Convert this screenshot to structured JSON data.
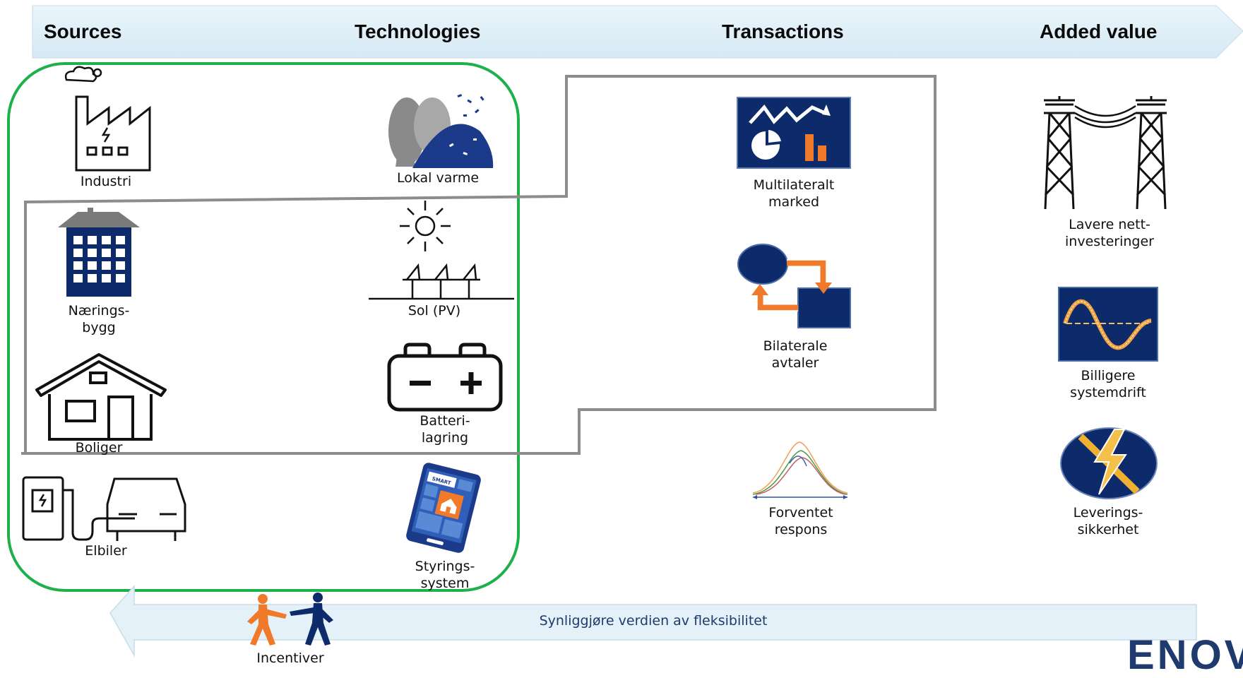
{
  "header": {
    "sources": "Sources",
    "technologies": "Technologies",
    "transactions": "Transactions",
    "added_value": "Added value"
  },
  "sources": {
    "industri": "Industri",
    "naeringsbygg_1": "Nærings-",
    "naeringsbygg_2": "bygg",
    "boliger": "Boliger",
    "elbiler": "Elbiler"
  },
  "technologies": {
    "lokal_varme": "Lokal varme",
    "sol": "Sol (PV)",
    "batteri_1": "Batteri-",
    "batteri_2": "lagring",
    "styring_1": "Styrings-",
    "styring_2": "system",
    "smart_text": "SMART"
  },
  "transactions": {
    "multi_1": "Multilateralt",
    "multi_2": "marked",
    "bilat_1": "Bilaterale",
    "bilat_2": "avtaler",
    "forv_1": "Forventet",
    "forv_2": "respons"
  },
  "added_value": {
    "lavere_1": "Lavere nett-",
    "lavere_2": "investeringer",
    "billigere_1": "Billigere",
    "billigere_2": "systemdrift",
    "lev_1": "Leverings-",
    "lev_2": "sikkerhet"
  },
  "bottom_arrow": {
    "text": "Synliggjøre verdien av fleksibilitet"
  },
  "incentiver": "Incentiver",
  "logo": "ENOV",
  "colors": {
    "green_frame": "#1db04b",
    "gray_frame": "#8c8c8c",
    "navy": "#0d2a6b",
    "orange": "#f07a2a",
    "arrow_fill": "#e4f1f8",
    "text_blue": "#1f3a6e"
  }
}
